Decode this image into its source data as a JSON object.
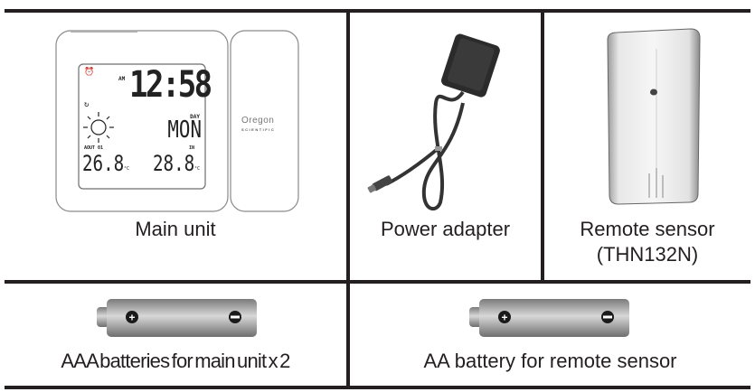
{
  "items": [
    {
      "id": "main-unit",
      "caption": "Main unit",
      "display": {
        "am_label": "AM",
        "time": "12:58",
        "day_label": "DAY",
        "day": "MON",
        "out_label": "AOUT 01",
        "out_temp": "26.8",
        "in_label": "IN",
        "in_temp": "28.8",
        "unit": "°C",
        "weather_icon": "sun-icon"
      },
      "brand": "Oregon",
      "brand_sub": "SCIENTIFIC"
    },
    {
      "id": "power-adapter",
      "caption": "Power adapter"
    },
    {
      "id": "remote-sensor",
      "caption_line1": "Remote sensor",
      "caption_line2": "(THN132N)"
    },
    {
      "id": "aaa-batteries",
      "caption": "AAA batteries for main unit x 2",
      "plus": "+",
      "minus": "−"
    },
    {
      "id": "aa-battery",
      "caption": "AA battery for remote sensor",
      "plus": "+",
      "minus": "−"
    }
  ]
}
